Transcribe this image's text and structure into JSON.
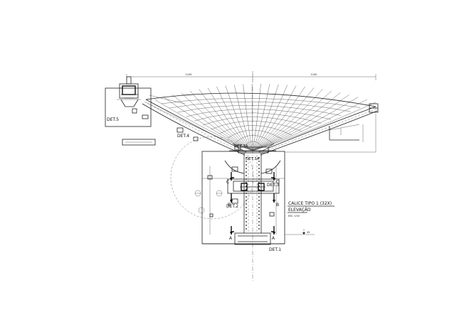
{
  "drawing": {
    "title": "CALICE TIPO 1 (32X)",
    "subtitle": "ELEVAÇÃO",
    "scale": "ESC 1:50",
    "details": {
      "det5": "DET.5",
      "det4": "DET.4",
      "det3a": "DET.3A",
      "det3": "DET.3",
      "det2": "DET.2",
      "det1": "DET.1"
    },
    "section_marks": [
      "C",
      "C",
      "B",
      "B",
      "A",
      "A"
    ],
    "dim_top": "1100",
    "dim_small": "45"
  }
}
